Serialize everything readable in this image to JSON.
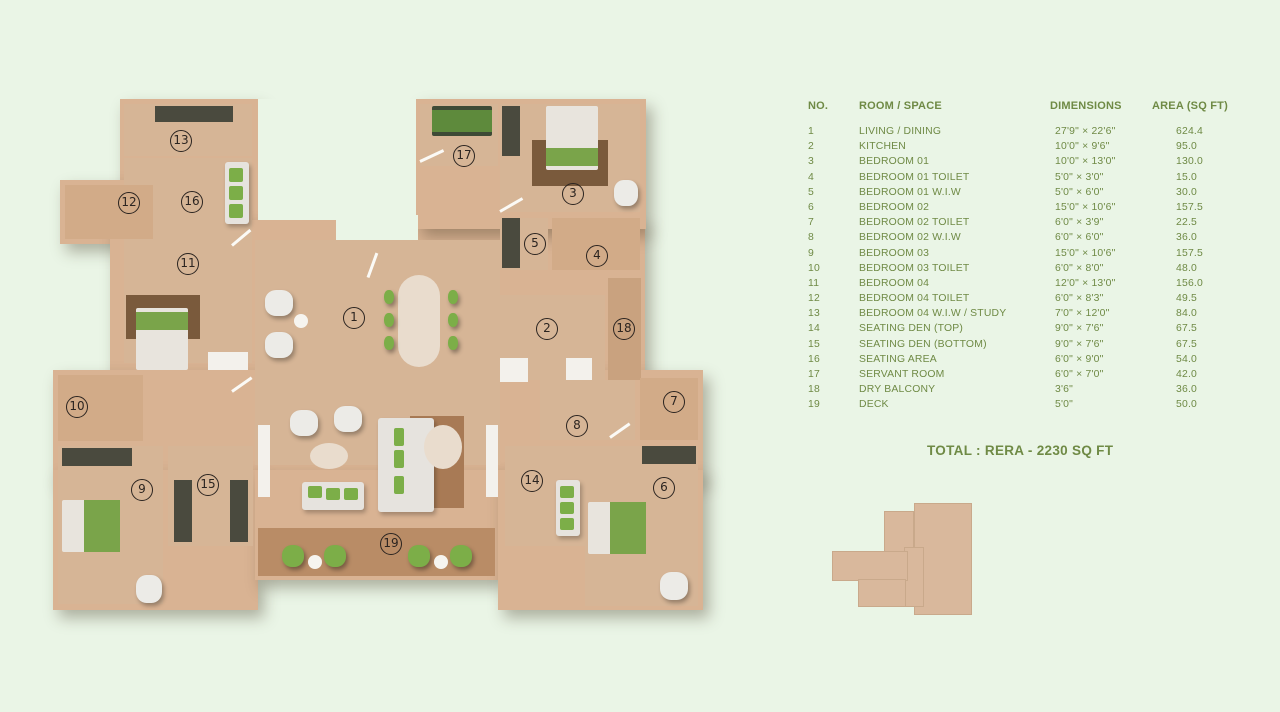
{
  "legend": {
    "headers": {
      "no": "NO.",
      "room": "ROOM / SPACE",
      "dimensions": "DIMENSIONS",
      "area": "AREA (SQ FT)"
    },
    "rows": [
      {
        "no": "1",
        "room": "LIVING / DINING",
        "dimensions": "27'9\" × 22'6\"",
        "area": "624.4"
      },
      {
        "no": "2",
        "room": "KITCHEN",
        "dimensions": "10'0\" × 9'6\"",
        "area": "95.0"
      },
      {
        "no": "3",
        "room": "BEDROOM 01",
        "dimensions": "10'0\" × 13'0\"",
        "area": "130.0"
      },
      {
        "no": "4",
        "room": "BEDROOM 01 TOILET",
        "dimensions": "5'0\" × 3'0\"",
        "area": "15.0"
      },
      {
        "no": "5",
        "room": "BEDROOM 01 W.I.W",
        "dimensions": "5'0\" × 6'0\"",
        "area": "30.0"
      },
      {
        "no": "6",
        "room": "BEDROOM 02",
        "dimensions": "15'0\" × 10'6\"",
        "area": "157.5"
      },
      {
        "no": "7",
        "room": "BEDROOM 02 TOILET",
        "dimensions": "6'0\" × 3'9\"",
        "area": "22.5"
      },
      {
        "no": "8",
        "room": "BEDROOM 02 W.I.W",
        "dimensions": "6'0\" × 6'0\"",
        "area": "36.0"
      },
      {
        "no": "9",
        "room": "BEDROOM 03",
        "dimensions": "15'0\" × 10'6\"",
        "area": "157.5"
      },
      {
        "no": "10",
        "room": "BEDROOM 03 TOILET",
        "dimensions": "6'0\" × 8'0\"",
        "area": "48.0"
      },
      {
        "no": "11",
        "room": "BEDROOM 04",
        "dimensions": "12'0\" × 13'0\"",
        "area": "156.0"
      },
      {
        "no": "12",
        "room": "BEDROOM 04 TOILET",
        "dimensions": "6'0\" × 8'3\"",
        "area": "49.5"
      },
      {
        "no": "13",
        "room": "BEDROOM 04 W.I.W / STUDY",
        "dimensions": "7'0\" × 12'0\"",
        "area": "84.0"
      },
      {
        "no": "14",
        "room": "SEATING DEN (TOP)",
        "dimensions": "9'0\" × 7'6\"",
        "area": "67.5"
      },
      {
        "no": "15",
        "room": "SEATING DEN (BOTTOM)",
        "dimensions": "9'0\" × 7'6\"",
        "area": "67.5"
      },
      {
        "no": "16",
        "room": "SEATING AREA",
        "dimensions": "6'0\" × 9'0\"",
        "area": "54.0"
      },
      {
        "no": "17",
        "room": "SERVANT ROOM",
        "dimensions": "6'0\" × 7'0\"",
        "area": "42.0"
      },
      {
        "no": "18",
        "room": "DRY BALCONY",
        "dimensions": "3'6\"",
        "area": "36.0"
      },
      {
        "no": "19",
        "room": "DECK",
        "dimensions": "5'0\"",
        "area": "50.0"
      }
    ]
  },
  "total": "TOTAL :  RERA - 2230 SQ FT",
  "plan_labels": {
    "r1": "1",
    "r2": "2",
    "r3": "3",
    "r4": "4",
    "r5": "5",
    "r6": "6",
    "r7": "7",
    "r8": "8",
    "r9": "9",
    "r10": "10",
    "r11": "11",
    "r12": "12",
    "r13": "13",
    "r14": "14",
    "r15": "15",
    "r16": "16",
    "r17": "17",
    "r18": "18",
    "r19": "19"
  },
  "colors": {
    "background": "#eaf5e6",
    "text_accent": "#6f8a45",
    "floor": "#d6b596",
    "furniture_green": "#7cae48"
  }
}
